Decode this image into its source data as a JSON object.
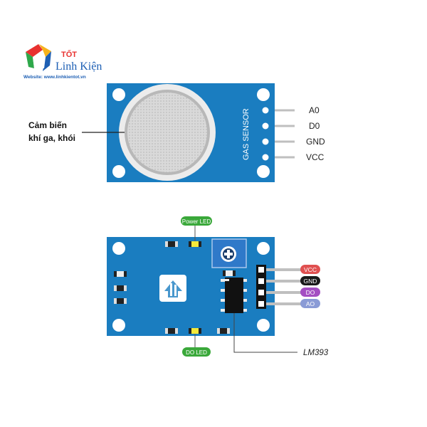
{
  "logo": {
    "brand_top": "TỐT",
    "brand_name": "Linh Kiện",
    "website": "Website: www.linhkientot.vn",
    "colors": {
      "red": "#e8312f",
      "green": "#2ea84a",
      "blue": "#1d5fb4",
      "yellow": "#f6b21a"
    }
  },
  "top_module": {
    "silkscreen": "GAS SENSOR",
    "callout": [
      "Cảm biến",
      "khí ga, khói"
    ],
    "pins": [
      "A0",
      "D0",
      "GND",
      "VCC"
    ],
    "board_color": "#1a7dc0"
  },
  "bottom_module": {
    "power_led_label": "Power LED",
    "do_led_label": "DO LED",
    "chip_label": "LM393",
    "pins": [
      {
        "label": "VCC",
        "color": "#e05050"
      },
      {
        "label": "GND",
        "color": "#1a1a1a"
      },
      {
        "label": "DO",
        "color": "#a44ec2"
      },
      {
        "label": "AO",
        "color": "#8a9bd6"
      }
    ],
    "badge_color": "#3aa83a"
  }
}
